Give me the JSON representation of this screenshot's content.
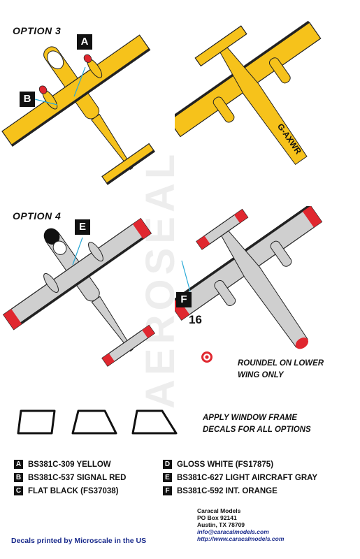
{
  "watermark": "AEROSEAL",
  "options": [
    {
      "title": "OPTION 3",
      "callouts": [
        "A",
        "B"
      ],
      "registration": "G-AXWR"
    },
    {
      "title": "OPTION 4",
      "callouts": [
        "E",
        "F"
      ],
      "number": "16",
      "roundel_note": "ROUNDEL ON LOWER WING ONLY"
    }
  ],
  "window_note": "APPLY WINDOW FRAME DECALS FOR ALL OPTIONS",
  "colors": {
    "yellow": "#f6c21b",
    "red": "#e0272f",
    "gray": "#cfcfcf",
    "black": "#111111",
    "white": "#ffffff"
  },
  "legend_left": [
    {
      "key": "A",
      "label": "BS381C-309 YELLOW"
    },
    {
      "key": "B",
      "label": "BS381C-537 SIGNAL RED"
    },
    {
      "key": "C",
      "label": "FLAT BLACK (FS37038)"
    }
  ],
  "legend_right": [
    {
      "key": "D",
      "label": "GLOSS WHITE (FS17875)"
    },
    {
      "key": "E",
      "label": "BS381C-627 LIGHT AIRCRAFT GRAY"
    },
    {
      "key": "F",
      "label": "BS381C-592 INT. ORANGE"
    }
  ],
  "contact": {
    "company": "Caracal Models",
    "po": "PO Box 92141",
    "city": "Austin, TX 78709",
    "email": "info@caracalmodels.com",
    "url": "http://www.caracalmodels.com"
  },
  "footer": "Decals printed by Microscale in the US"
}
